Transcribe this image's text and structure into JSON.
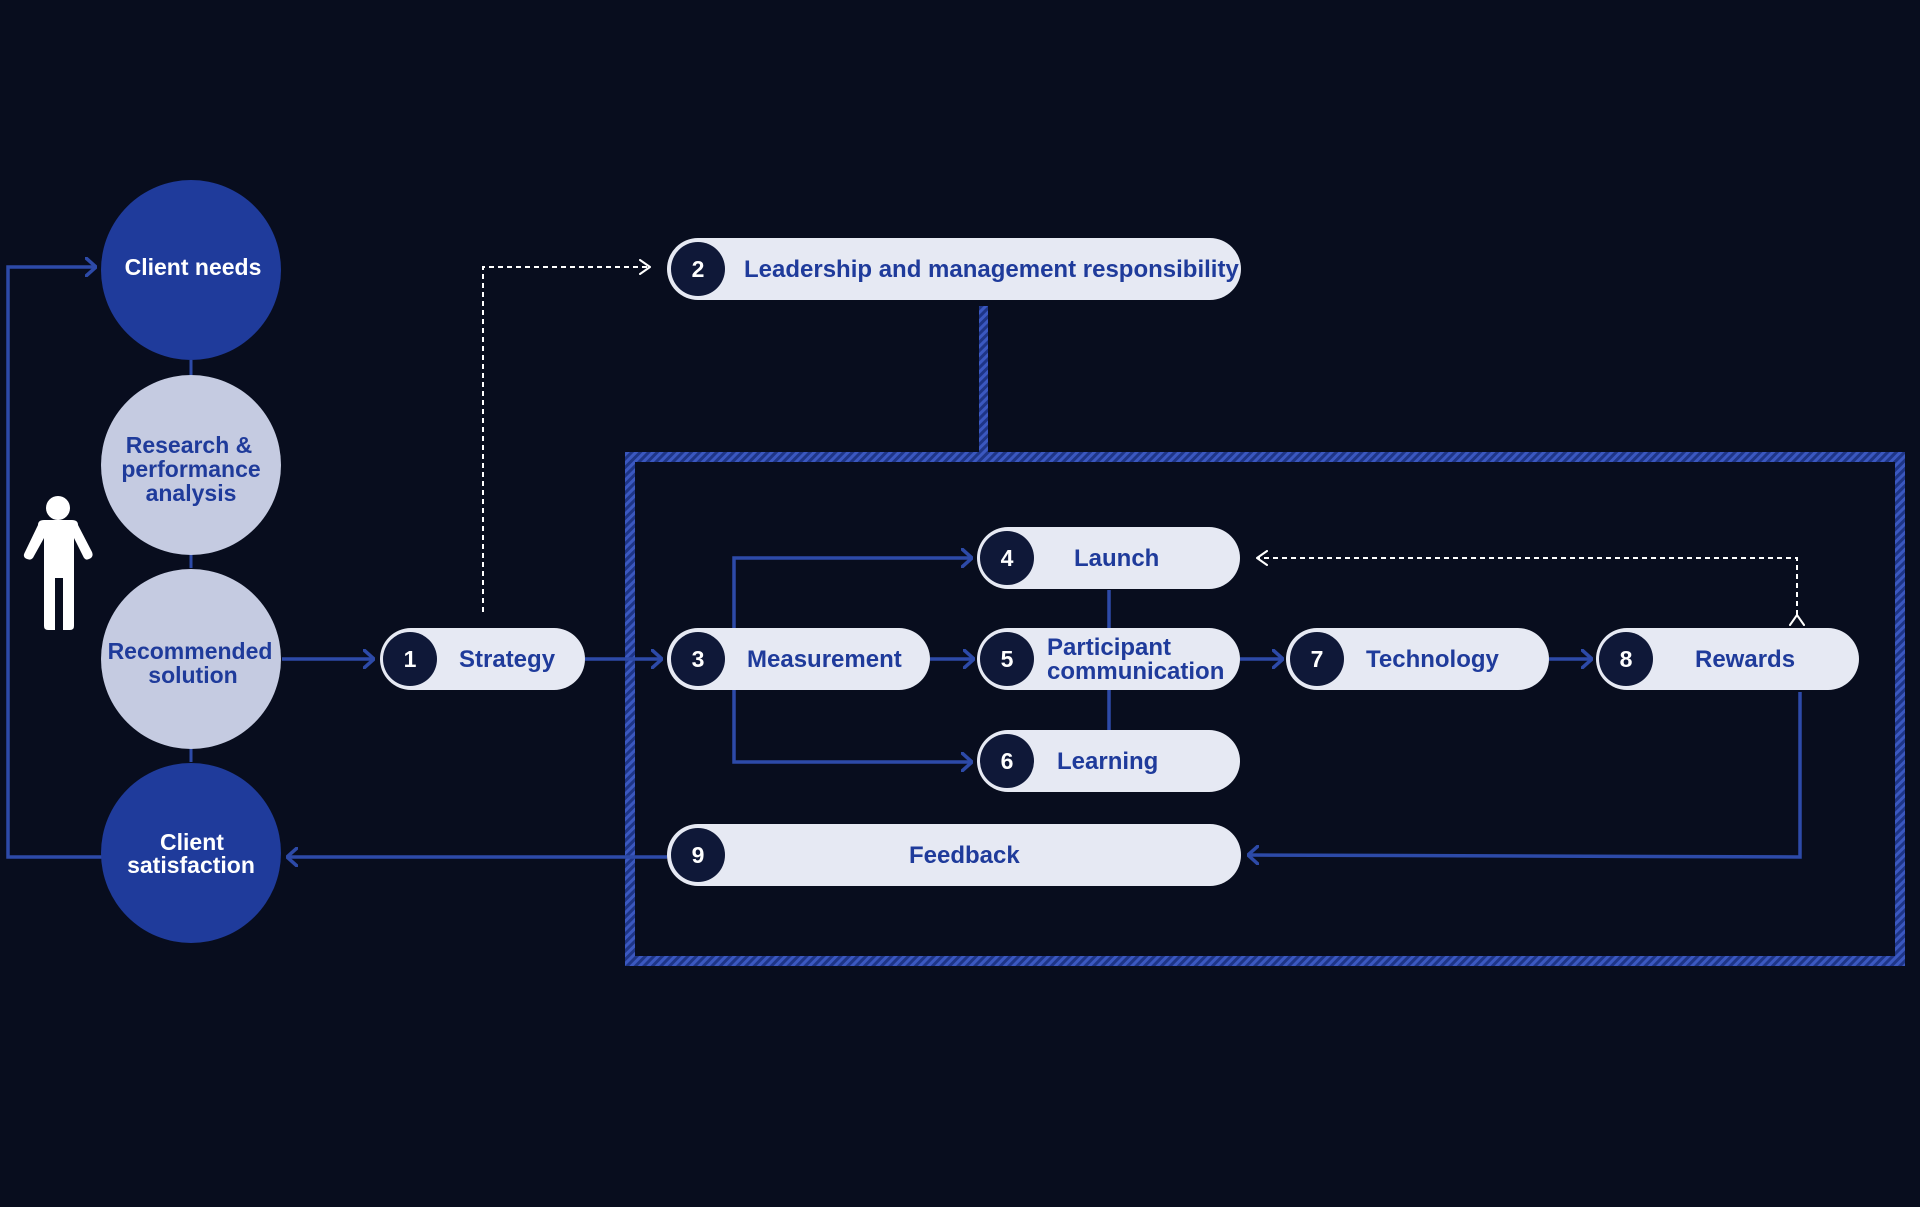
{
  "circles": {
    "client_needs": "Client needs",
    "research": [
      "Research &",
      "performance",
      "analysis"
    ],
    "recommended": [
      "Recommended",
      "solution"
    ],
    "satisfaction": [
      "Client",
      "satisfaction"
    ]
  },
  "steps": {
    "s1": {
      "num": "1",
      "label": "Strategy"
    },
    "s2": {
      "num": "2",
      "label": "Leadership and management responsibility"
    },
    "s3": {
      "num": "3",
      "label": "Measurement"
    },
    "s4": {
      "num": "4",
      "label": "Launch"
    },
    "s5": {
      "num": "5",
      "label": [
        "Participant",
        "communication"
      ]
    },
    "s6": {
      "num": "6",
      "label": "Learning"
    },
    "s7": {
      "num": "7",
      "label": "Technology"
    },
    "s8": {
      "num": "8",
      "label": "Rewards"
    },
    "s9": {
      "num": "9",
      "label": "Feedback"
    }
  },
  "colors": {
    "background": "#080d1e",
    "accent_blue": "#1f3b9b",
    "light_circle": "#c5cbe1",
    "pill": "#e6e9f3",
    "badge": "#0f1838",
    "line": "#2d4aa8"
  },
  "icons": {
    "person": "person-icon"
  }
}
